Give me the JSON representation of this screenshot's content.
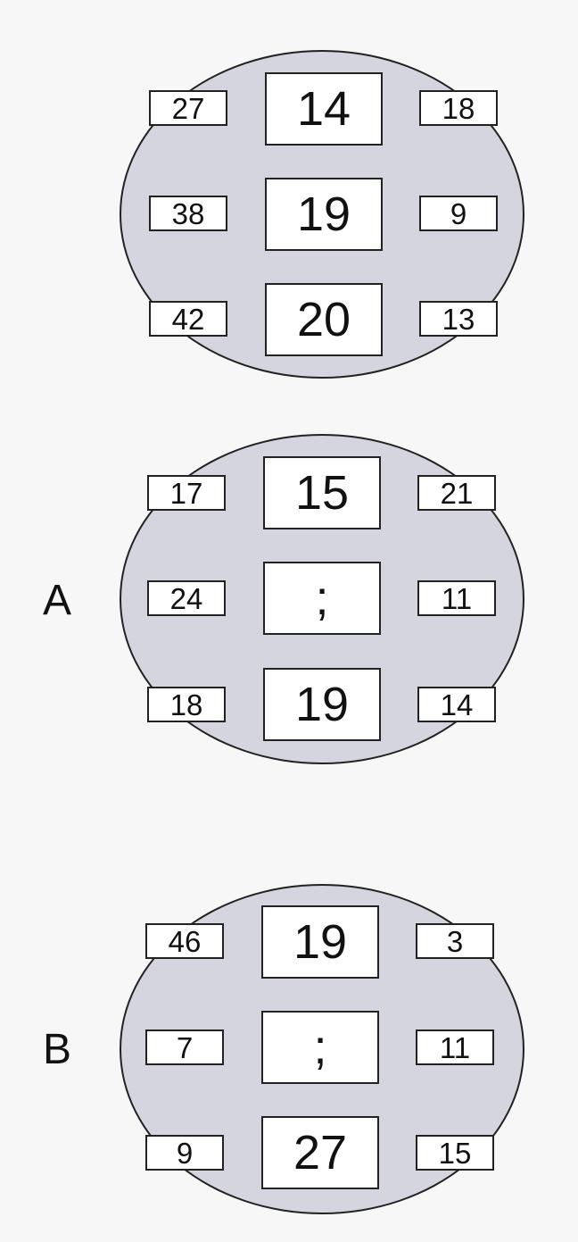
{
  "puzzles": [
    {
      "label": "",
      "center": [
        "14",
        "19",
        "20"
      ],
      "left": [
        "27",
        "38",
        "42"
      ],
      "right": [
        "18",
        "9",
        "13"
      ]
    },
    {
      "label": "A",
      "center": [
        "15",
        ";",
        "19"
      ],
      "left": [
        "17",
        "24",
        "18"
      ],
      "right": [
        "21",
        "11",
        "14"
      ]
    },
    {
      "label": "B",
      "center": [
        "19",
        ";",
        "27"
      ],
      "left": [
        "46",
        "7",
        "9"
      ],
      "right": [
        "3",
        "11",
        "15"
      ]
    }
  ],
  "colors": {
    "ellipse_fill": "#d4d5df",
    "box_fill": "#ffffff",
    "stroke": "#222222",
    "background": "#f7f7f7"
  }
}
